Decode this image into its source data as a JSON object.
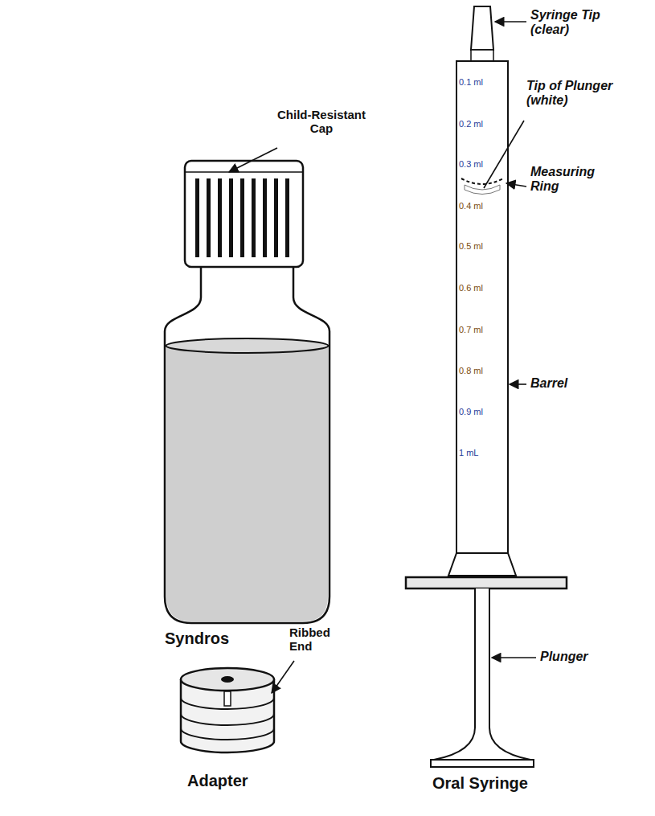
{
  "diagram": {
    "labels": [
      "Child-Resistant Cap",
      "Syndros",
      "Ribbed End",
      "Adapter",
      "Syringe Tip (clear)",
      "Tip of Plunger (white)",
      "Measuring Ring",
      "Barrel",
      "Plunger",
      "Oral Syringe",
      "0.1 ml",
      "0.2 ml",
      "0.3 ml",
      "0.4 ml",
      "0.5 ml",
      "0.6 ml",
      "0.7 ml",
      "0.8 ml",
      "0.9 ml",
      "1 mL"
    ]
  }
}
